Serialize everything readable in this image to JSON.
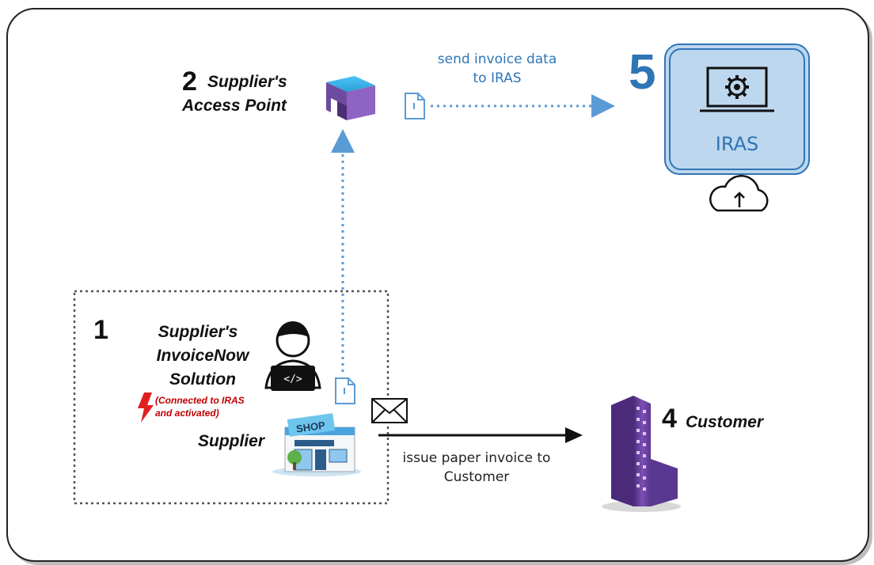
{
  "supplier_ap": {
    "number": "2",
    "line1": "Supplier's",
    "line2": "Access Point"
  },
  "send_label": {
    "line1": "send invoice data",
    "line2": "to IRAS"
  },
  "iras": {
    "number": "5",
    "label": "IRAS"
  },
  "solution": {
    "number": "1",
    "line1": "Supplier's",
    "line2": "InvoiceNow",
    "line3": "Solution",
    "note_line1": "(Connected to IRAS",
    "note_line2": "and activated)",
    "supplier_label": "Supplier",
    "shop_sign": "SHOP"
  },
  "paper_label": {
    "line1": "issue paper invoice to",
    "line2": "Customer"
  },
  "customer": {
    "number": "4",
    "label": "Customer"
  },
  "colors": {
    "blue": "#2e75b6",
    "purple": "#6b3fa0",
    "red": "#c00000"
  }
}
